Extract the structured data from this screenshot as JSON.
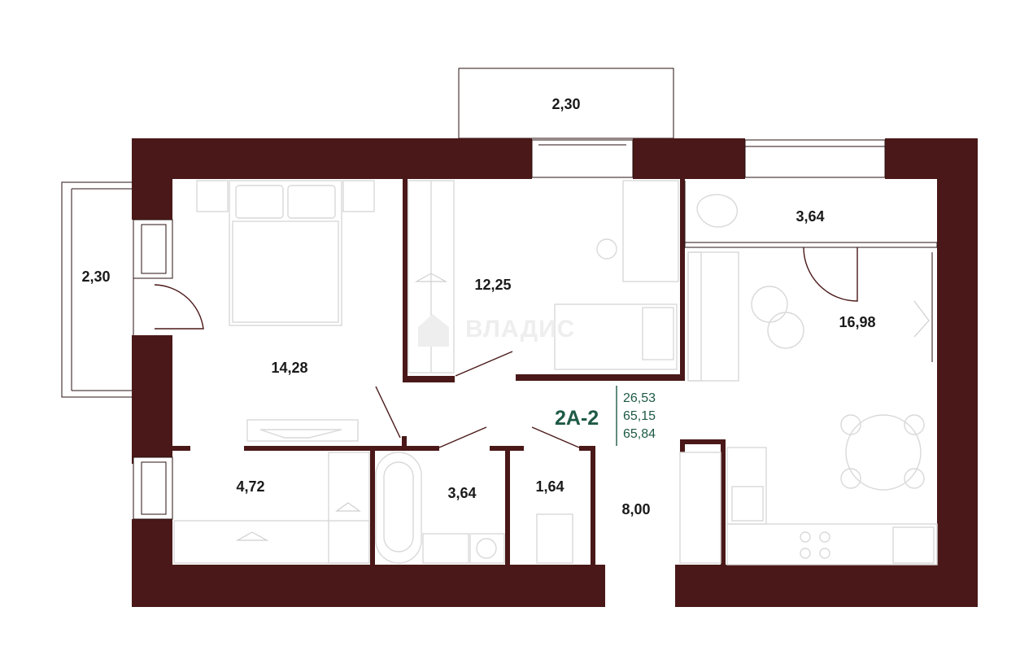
{
  "colors": {
    "wall": "#4a1818",
    "accent": "#1e5a45",
    "text": "#1a1a1a"
  },
  "apartment": {
    "code": "2А-2",
    "areas": [
      "26,53",
      "65,15",
      "65,84"
    ]
  },
  "rooms": {
    "balcony_top": "2,30",
    "balcony_left": "2,30",
    "bedroom": "14,28",
    "study": "12,25",
    "storage": "3,64",
    "living_kitchen": "16,98",
    "wardrobe": "4,72",
    "bathroom": "3,64",
    "toilet": "1,64",
    "hall": "8,00"
  },
  "watermark": {
    "text": "ВЛАДИС",
    "icon": "house-logo-icon"
  }
}
